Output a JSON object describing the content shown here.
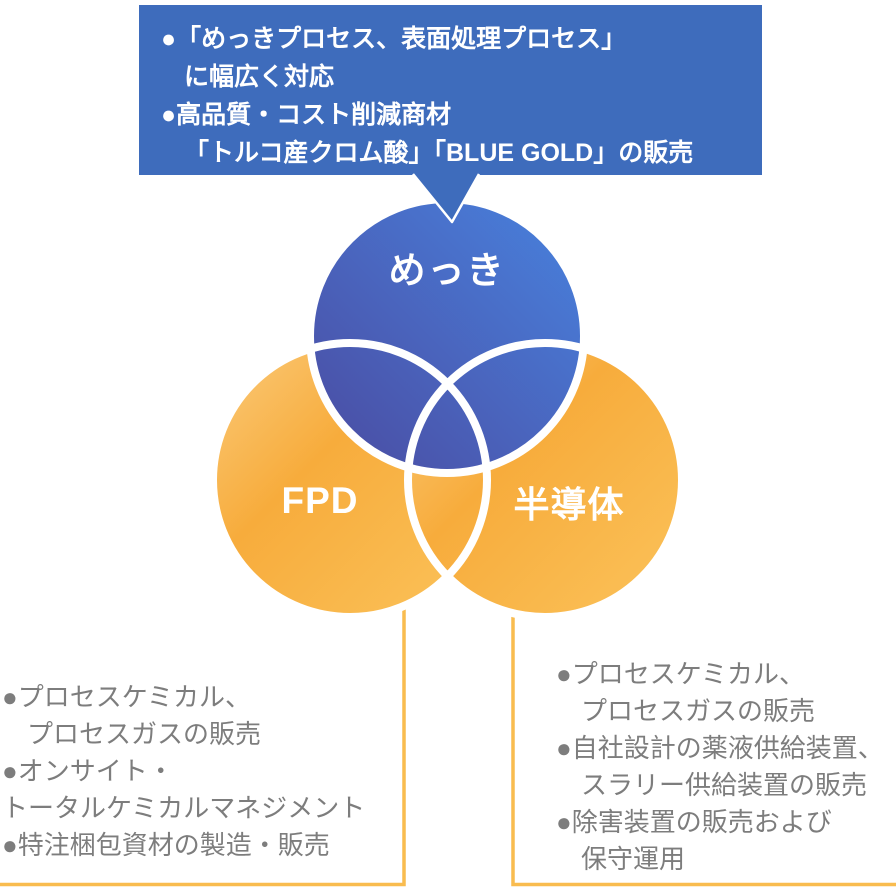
{
  "callout": {
    "bg_color": "#3E6CBC",
    "text_color": "#FFFFFF",
    "lines": [
      {
        "bullet": "●",
        "text": "「めっきプロセス、表面処理プロセス」"
      },
      {
        "bullet": "",
        "text": "に幅広く対応"
      },
      {
        "bullet": "●",
        "text": "高品質・コスト削減商材"
      },
      {
        "bullet": "",
        "text": "「トルコ産クロム酸」「BLUE GOLD」の販売"
      }
    ]
  },
  "venn": {
    "labels": {
      "top": "めっき",
      "left": "FPD",
      "right": "半導体"
    },
    "colors": {
      "blue_light": "#4883DF",
      "blue_dark": "#4B4AA0",
      "yellow_light": "#FBCB7C",
      "yellow_mid": "#F7AC3C",
      "yellow_end": "#FBC35B",
      "circle_stroke": "#FFFFFF",
      "connector": "#F9BC4F"
    }
  },
  "notes_left": {
    "text_color": "#7D7D7D",
    "lines": [
      {
        "bullet": "●",
        "text": "プロセスケミカル、"
      },
      {
        "bullet": "",
        "text": "プロセスガスの販売"
      },
      {
        "bullet": "●",
        "text": "オンサイト・"
      },
      {
        "bullet": "",
        "text": "トータルケミカルマネジメント"
      },
      {
        "bullet": "●",
        "text": "特注梱包資材の製造・販売"
      }
    ]
  },
  "notes_right": {
    "text_color": "#7D7D7D",
    "lines": [
      {
        "bullet": "●",
        "text": "プロセスケミカル、"
      },
      {
        "bullet": "",
        "text": "プロセスガスの販売"
      },
      {
        "bullet": "●",
        "text": "自社設計の薬液供給装置、"
      },
      {
        "bullet": "",
        "text": "スラリー供給装置の販売"
      },
      {
        "bullet": "●",
        "text": "除害装置の販売および"
      },
      {
        "bullet": "",
        "text": "保守運用"
      }
    ]
  }
}
